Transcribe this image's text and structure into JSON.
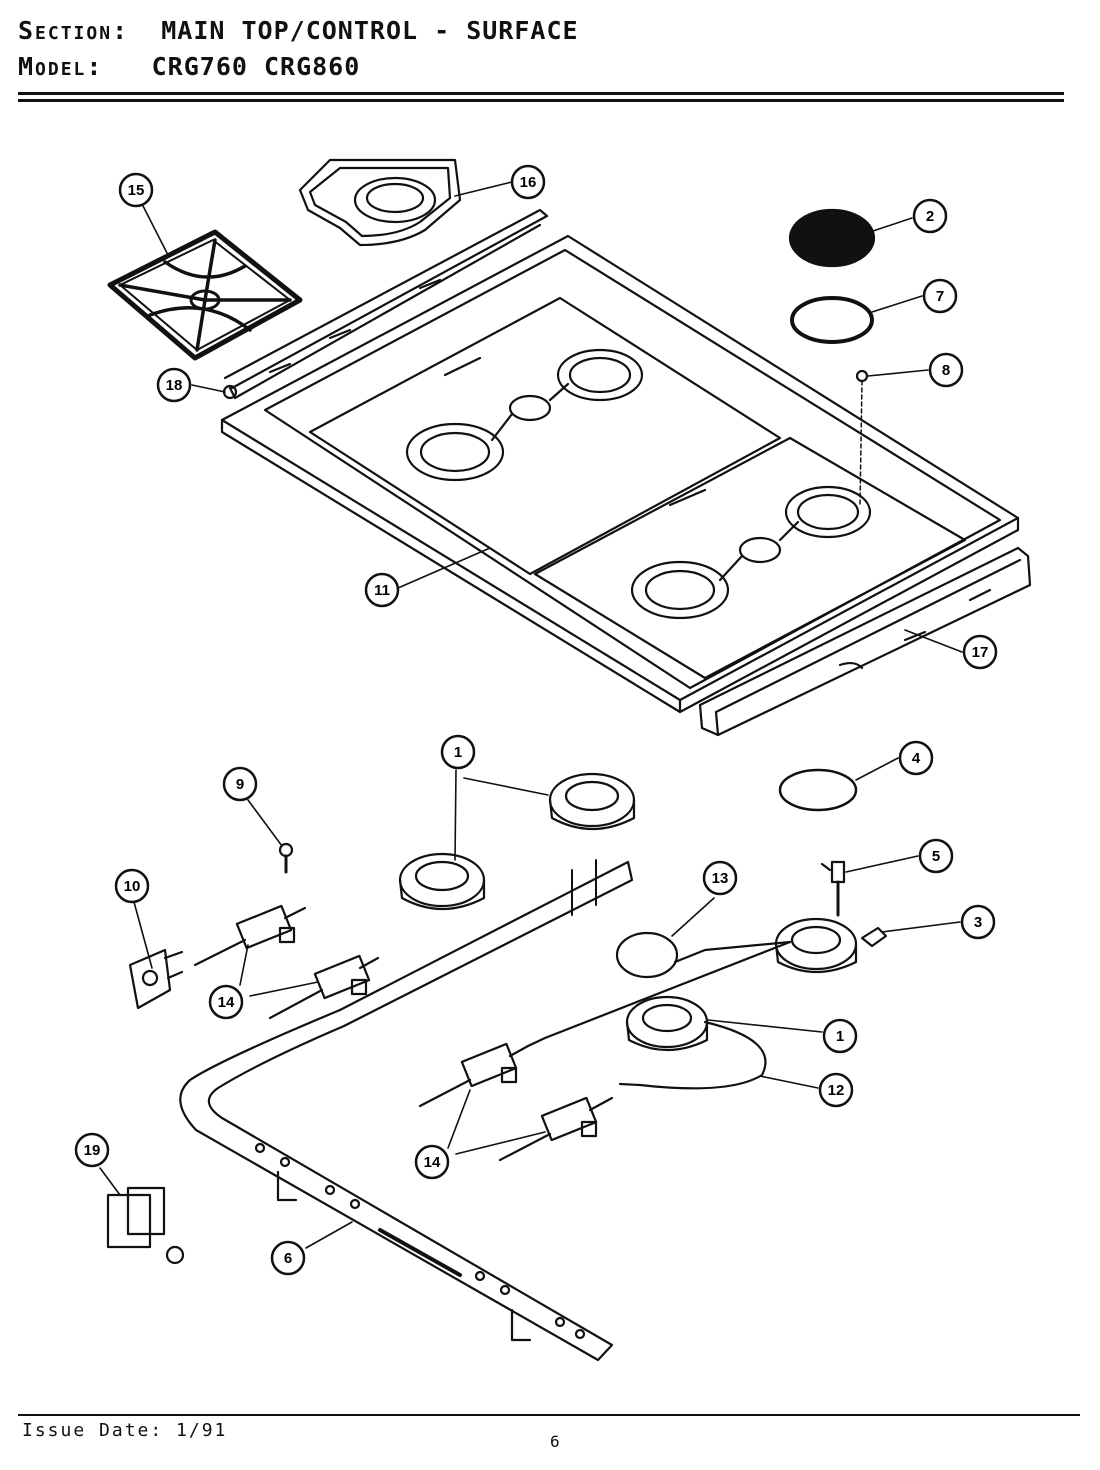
{
  "header": {
    "section_label": "Section:",
    "section_value": "MAIN TOP/CONTROL - SURFACE",
    "model_label": "Model:",
    "model_value": "CRG760  CRG860"
  },
  "footer": {
    "issue_date": "Issue Date: 1/91",
    "page_number": "6"
  },
  "callouts": [
    "15",
    "16",
    "2",
    "7",
    "8",
    "18",
    "11",
    "17",
    "1",
    "4",
    "9",
    "5",
    "13",
    "10",
    "3",
    "14",
    "1",
    "12",
    "14",
    "19",
    "6"
  ]
}
